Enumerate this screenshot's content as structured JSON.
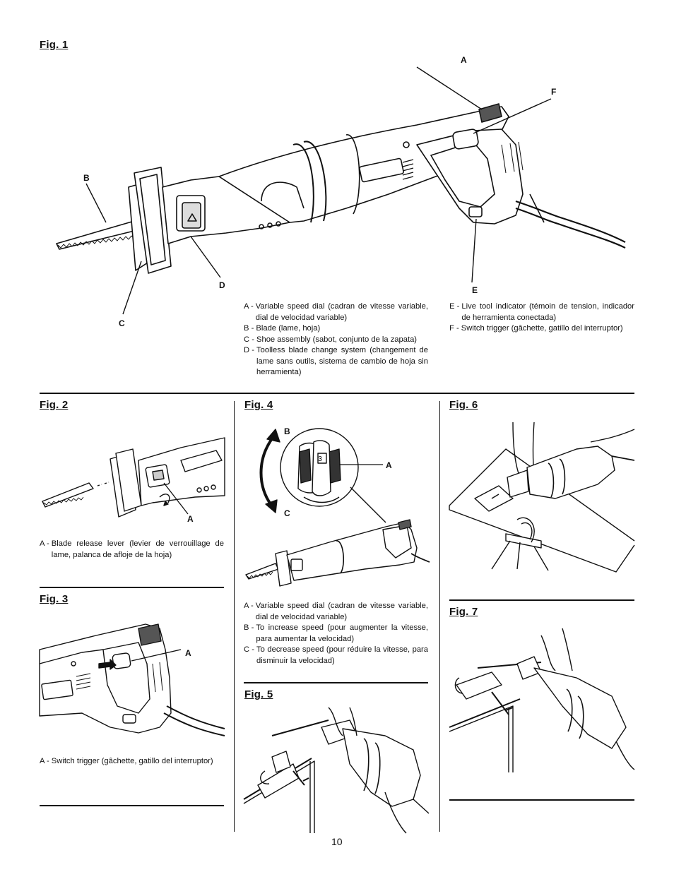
{
  "figures": {
    "fig1": {
      "title": "Fig. 1",
      "callouts": {
        "a": "A",
        "b": "B",
        "c": "C",
        "d": "D",
        "e": "E",
        "f": "F"
      },
      "legend_left": [
        {
          "key": "A -",
          "text": "Variable speed dial (cadran de vitesse variable, dial de velocidad variable)"
        },
        {
          "key": "B -",
          "text": "Blade (lame, hoja)"
        },
        {
          "key": "C -",
          "text": "Shoe assembly (sabot, conjunto de la zapata)"
        },
        {
          "key": "D -",
          "text": "Toolless blade change system (changement de lame sans outils, sistema de cambio de hoja sin herramienta)"
        }
      ],
      "legend_right": [
        {
          "key": "E -",
          "text": "Live tool indicator (témoin de tension, indicador de herramienta conectada)"
        },
        {
          "key": "F -",
          "text": "Switch trigger (gâchette, gatillo del interruptor)"
        }
      ]
    },
    "fig2": {
      "title": "Fig. 2",
      "callouts": {
        "a": "A"
      },
      "legend": [
        {
          "key": "A -",
          "text": "Blade release lever (levier de verrouillage de lame, palanca de afloje de la hoja)"
        }
      ]
    },
    "fig3": {
      "title": "Fig. 3",
      "callouts": {
        "a": "A"
      },
      "legend": [
        {
          "key": "A -",
          "text": "Switch trigger (gâchette, gatillo del interruptor)"
        }
      ]
    },
    "fig4": {
      "title": "Fig. 4",
      "callouts": {
        "a": "A",
        "b": "B",
        "c": "C"
      },
      "dial_number": "3",
      "legend": [
        {
          "key": "A -",
          "text": "Variable speed dial (cadran de vitesse variable, dial de velocidad variable)"
        },
        {
          "key": "B -",
          "text": "To increase speed (pour augmenter la vitesse, para aumentar la velocidad)"
        },
        {
          "key": "C -",
          "text": "To decrease speed (pour réduire la vitesse, para disminuir la velocidad)"
        }
      ]
    },
    "fig5": {
      "title": "Fig. 5"
    },
    "fig6": {
      "title": "Fig. 6"
    },
    "fig7": {
      "title": "Fig. 7"
    }
  },
  "page_number": "10"
}
